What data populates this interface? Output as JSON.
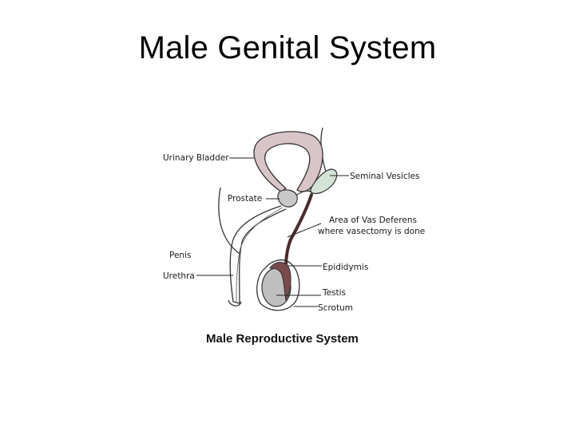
{
  "slide": {
    "title": "Male Genital System"
  },
  "diagram": {
    "caption": "Male Reproductive System",
    "labels": {
      "urinary_bladder": "Urinary Bladder",
      "seminal_vesicles": "Seminal Vesicles",
      "prostate": "Prostate",
      "vas_line1": "Area of Vas Deferens",
      "vas_line2": "where vasectomy is done",
      "penis": "Penis",
      "urethra": "Urethra",
      "epididymis": "Epididymis",
      "testis": "Testis",
      "scrotum": "Scrotum"
    },
    "colors": {
      "bladder": "#d9c4c7",
      "seminal_vesicles": "#d3e3d6",
      "prostate": "#c8c8c8",
      "vas_deferens": "#4a2a2a",
      "epididymis": "#7a4a4a",
      "testis": "#bfbfbf",
      "outline": "#333333"
    }
  }
}
